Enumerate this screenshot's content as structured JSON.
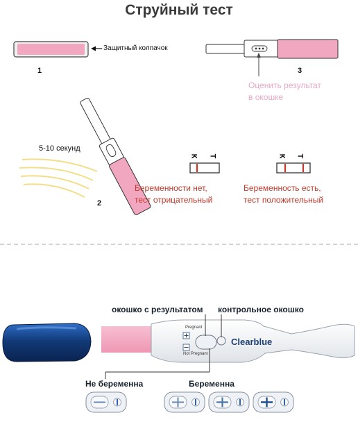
{
  "title": "Струйный тест",
  "top_section": {
    "cap_label": "Защитный колпачок",
    "step_1": "1",
    "step_2": "2",
    "step_3": "3",
    "evaluate_line1": "Оценить результат",
    "evaluate_line2": "в окошке",
    "duration": "5-10 секунд",
    "control_letter": "К",
    "test_letter": "Т",
    "negative_line1": "Беременности нет,",
    "negative_line2": "тест отрицательный",
    "positive_line1": "Беременность есть,",
    "positive_line2": "тест положительный"
  },
  "bottom_section": {
    "result_window_label": "окошко с результатом",
    "control_window_label": "контрольное окошко",
    "brand": "Clearblue",
    "pregnant_small": "Pregnant",
    "not_pregnant_small": "Not Pregnant",
    "not_pregnant_label": "Не беременна",
    "pregnant_label": "Беременна"
  },
  "colors": {
    "pink": "#f2a7c0",
    "cap_blue": "#123a78",
    "result_red": "#c0392b"
  }
}
